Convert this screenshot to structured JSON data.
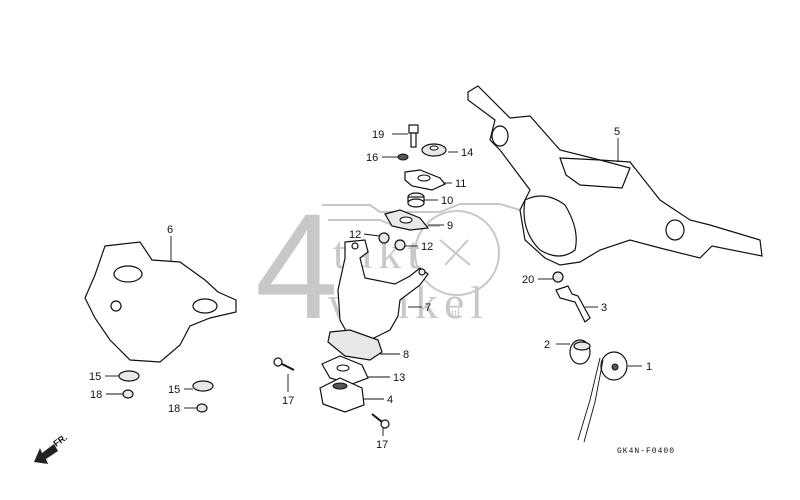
{
  "diagram": {
    "type": "exploded-parts-diagram",
    "subject": "handlebar cover / steering assembly",
    "code": "GK4N-F0400",
    "direction_indicator": "FR.",
    "watermark": {
      "number": "4",
      "line1": "takt",
      "line2": "winkel",
      "suffix": ".nl"
    },
    "parts": [
      {
        "id": "1",
        "label": "1",
        "name": "horn / round switch with wires"
      },
      {
        "id": "2",
        "label": "2",
        "name": "clamp band"
      },
      {
        "id": "3",
        "label": "3",
        "name": "bracket stay"
      },
      {
        "id": "4",
        "label": "4",
        "name": "lower mount block"
      },
      {
        "id": "5",
        "label": "5",
        "name": "handlebar cover (upper)"
      },
      {
        "id": "6",
        "label": "6",
        "name": "handlebar cover (lower)"
      },
      {
        "id": "7",
        "label": "7",
        "name": "steering bracket"
      },
      {
        "id": "8",
        "label": "8",
        "name": "rubber pad"
      },
      {
        "id": "9",
        "label": "9",
        "name": "ribbed washer"
      },
      {
        "id": "10",
        "label": "10",
        "name": "collar"
      },
      {
        "id": "11",
        "label": "11",
        "name": "plate washer"
      },
      {
        "id": "12a",
        "label": "12",
        "name": "bushing (left)"
      },
      {
        "id": "12b",
        "label": "12",
        "name": "bushing (right)"
      },
      {
        "id": "13",
        "label": "13",
        "name": "spacer plate"
      },
      {
        "id": "14",
        "label": "14",
        "name": "castle nut"
      },
      {
        "id": "15a",
        "label": "15",
        "name": "grommet (left)"
      },
      {
        "id": "15b",
        "label": "15",
        "name": "grommet (right)"
      },
      {
        "id": "16",
        "label": "16",
        "name": "lock washer"
      },
      {
        "id": "17a",
        "label": "17",
        "name": "bolt (left)"
      },
      {
        "id": "17b",
        "label": "17",
        "name": "bolt (bottom)"
      },
      {
        "id": "18a",
        "label": "18",
        "name": "nut (left)"
      },
      {
        "id": "18b",
        "label": "18",
        "name": "nut (right)"
      },
      {
        "id": "19",
        "label": "19",
        "name": "bolt (top)"
      },
      {
        "id": "20",
        "label": "20",
        "name": "screw"
      }
    ]
  }
}
